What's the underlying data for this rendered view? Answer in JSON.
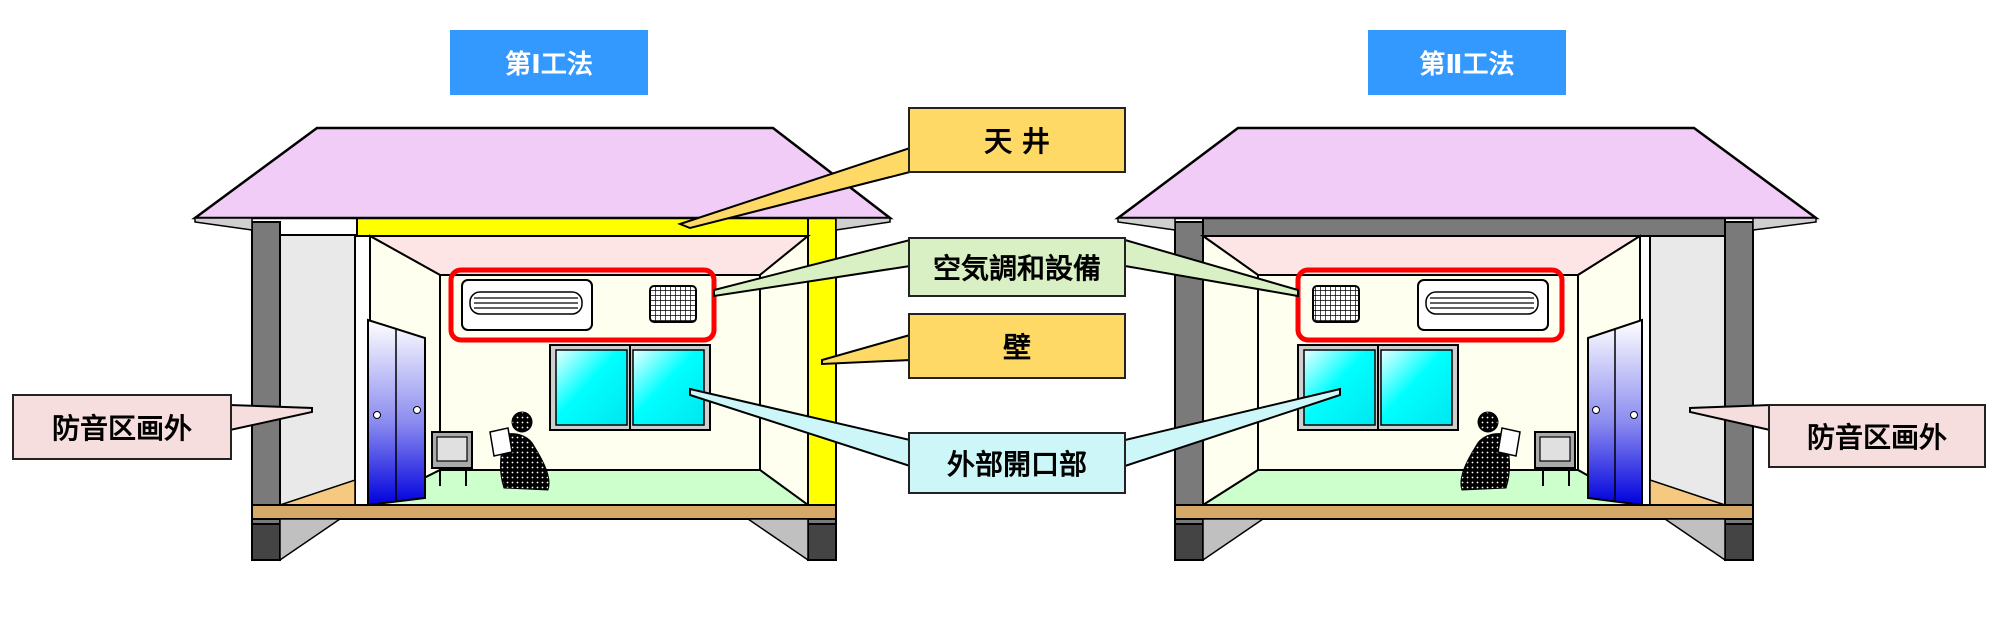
{
  "methods": {
    "left": "第Ⅰ工法",
    "right": "第Ⅱ工法"
  },
  "callouts": {
    "ceiling": "天 井",
    "air_conditioning": "空気調和設備",
    "wall": "壁",
    "exterior_opening": "外部開口部",
    "outside_left": "防音区画外",
    "outside_right": "防音区画外"
  },
  "colors": {
    "roof": "#f1ccf7",
    "roof_overhang": "#cfcfcf",
    "wall_structure": "#7a7a7a",
    "soundproof_layer": "#ffff00",
    "room_wall": "#fffff0",
    "ceiling_panel": "#fde5e5",
    "floor_mat": "#ccffcc",
    "floor_board": "#d6a868",
    "window_glass": "#00ffff",
    "highlight": "#ff0000",
    "callout_yellow": "#ffd966",
    "callout_green": "#d9f0c4",
    "callout_cyan": "#ccf6f8",
    "callout_pink": "#f7dede",
    "method_header": "#3399ff"
  },
  "icons": [
    "air-conditioner-icon",
    "vent-grille-icon",
    "window-icon",
    "door-icon",
    "tv-icon",
    "person-reading-icon"
  ]
}
